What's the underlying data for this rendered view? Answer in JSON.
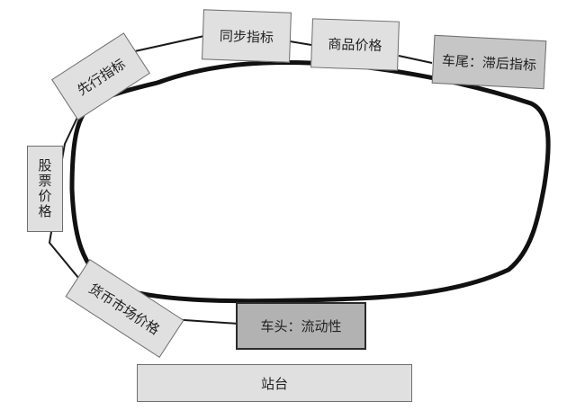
{
  "diagram": {
    "boxes": {
      "leading_indicators": "先行指标",
      "coincident_indicators": "同步指标",
      "commodity_prices": "商品价格",
      "tail_lagging_indicators": "车尾：滞后指标",
      "stock_prices": "股票价格",
      "money_market_prices": "货币市场价格",
      "head_liquidity": "车头：流动性",
      "station": "站台"
    }
  }
}
